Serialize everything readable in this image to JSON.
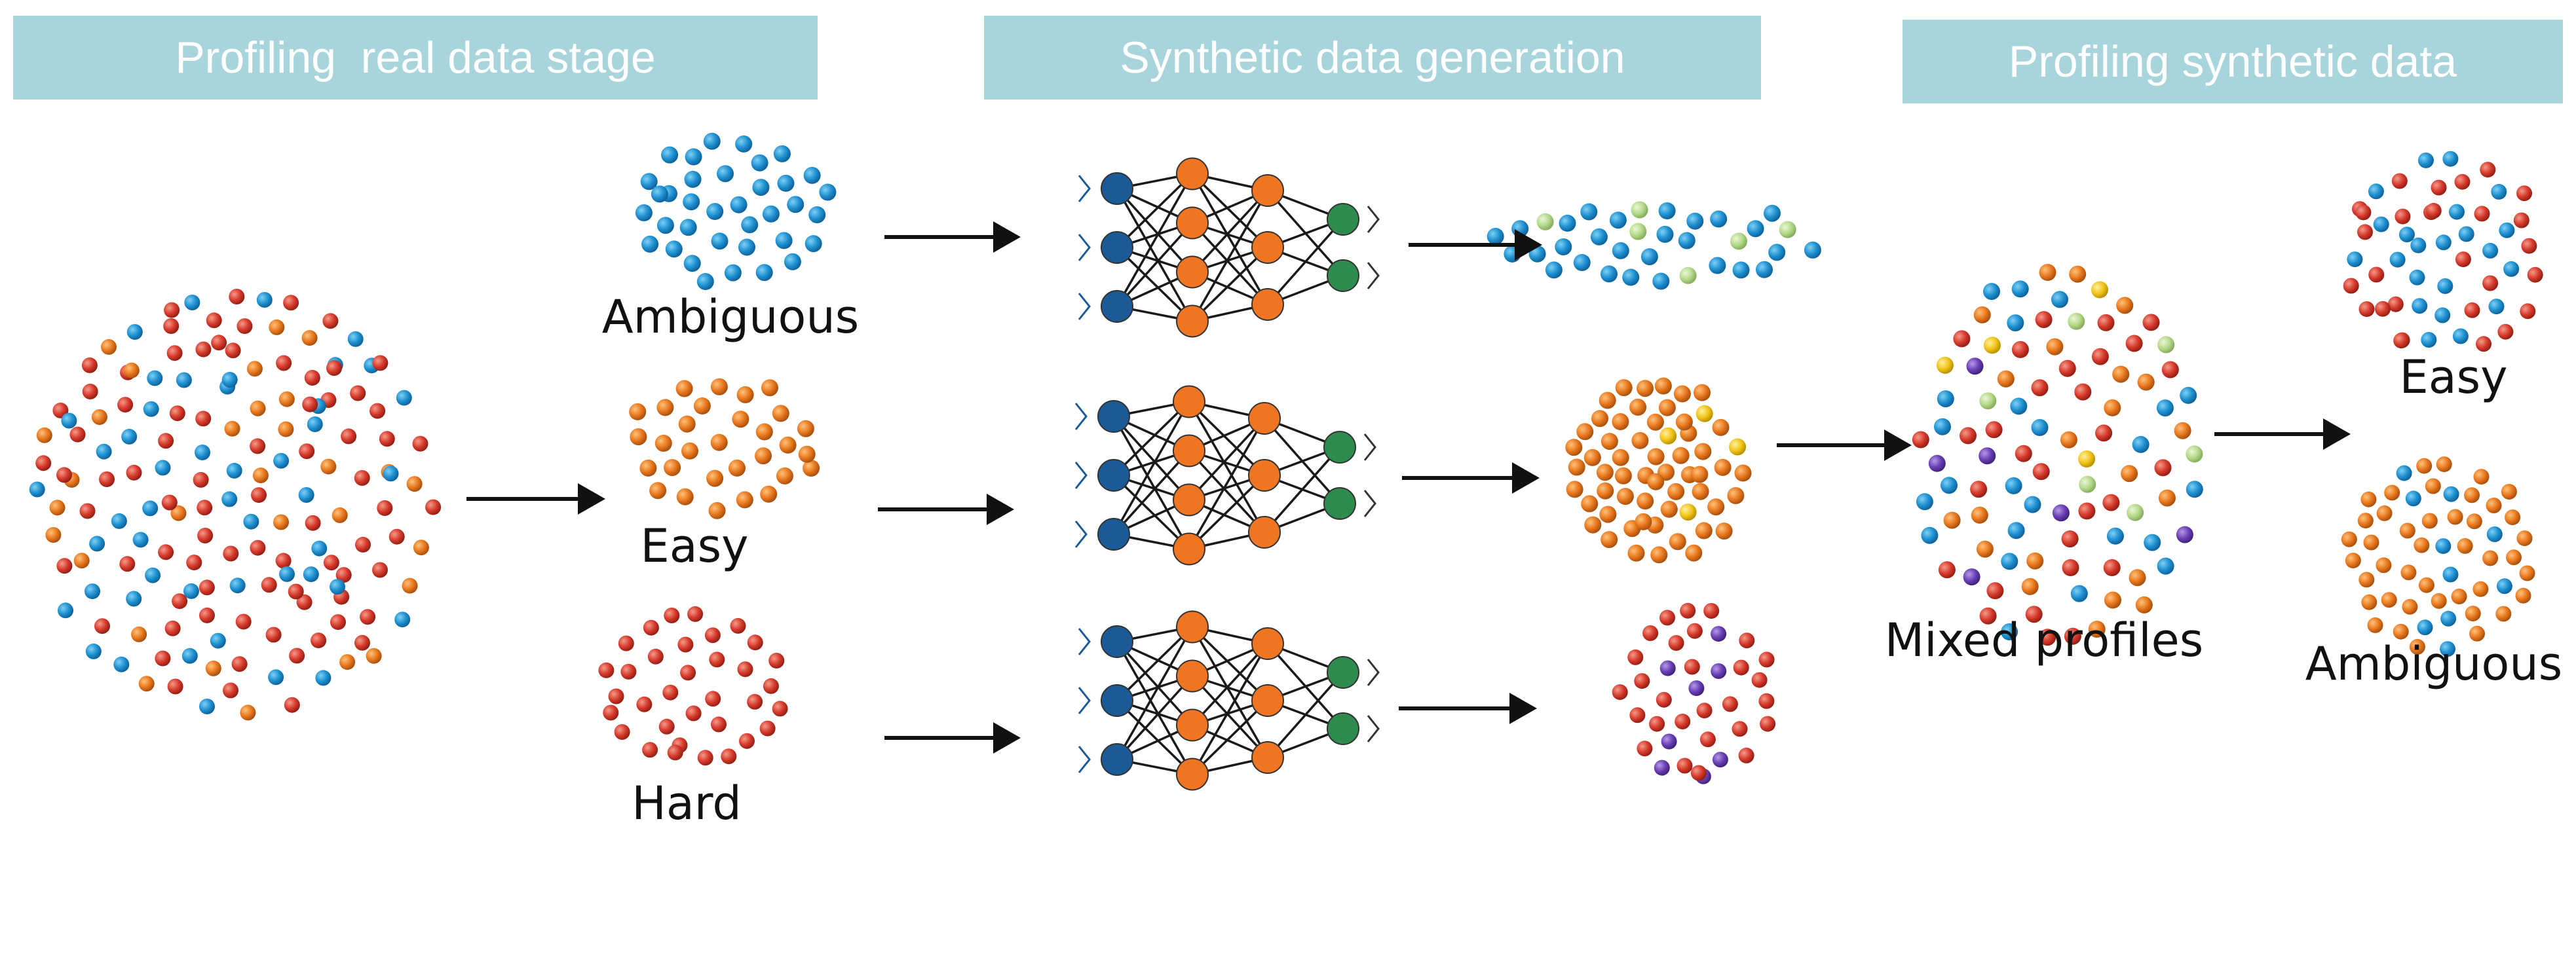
{
  "stages": [
    {
      "id": "real",
      "title": "Profiling  real data stage"
    },
    {
      "id": "generation",
      "title": "Synthetic data generation"
    },
    {
      "id": "synthetic",
      "title": "Profiling synthetic data"
    }
  ],
  "real_groups": {
    "ambiguous": "Ambiguous",
    "easy": "Easy",
    "hard": "Hard"
  },
  "mixed_label": "Mixed profiles",
  "synthetic_groups": {
    "easy": "Easy",
    "ambiguous": "Ambiguous"
  },
  "colors": {
    "banner": "#a8d5dc",
    "blue_dot": "#1e90d0",
    "orange_dot": "#e8781e",
    "red_dot": "#d63a2c",
    "purple_dot": "#6a3fb5",
    "lightgreen_dot": "#b5d98a",
    "yellow_dot": "#f2c418",
    "nn_input": "#1a5a96",
    "nn_hidden": "#f07522",
    "nn_output": "#2e8b4e"
  }
}
